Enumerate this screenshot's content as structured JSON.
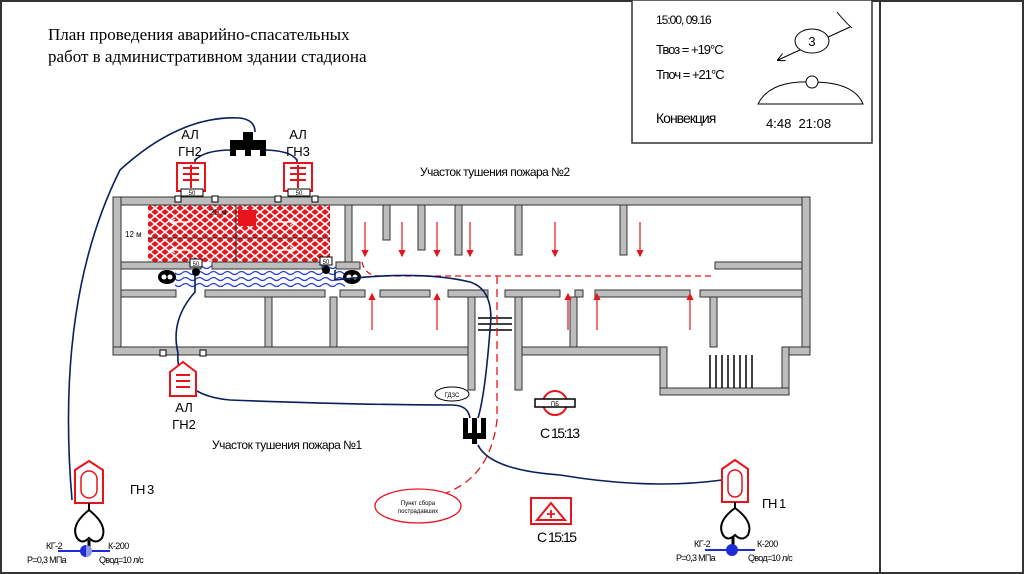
{
  "title_line1": "План проведения аварийно-спасательных",
  "title_line2": "работ в административном здании стадиона",
  "info": {
    "datetime": "15:00, 09.16",
    "t_air": "Твоз = +19°С",
    "t_soil": "Тпоч = +21°С",
    "mode": "Конвекция",
    "wind_speed": "3",
    "sunrise_sunset": "4:48  21:08"
  },
  "sectors": {
    "sector2": "Участок тушения пожара №2",
    "sector1": "Участок тушения пожара №1"
  },
  "ladders": [
    {
      "l1": "АЛ",
      "l2": "ГН2"
    },
    {
      "l1": "АЛ",
      "l2": "ГН3"
    },
    {
      "l1": "АЛ",
      "l2": "ГН2"
    }
  ],
  "dimensions": {
    "length": "20 м",
    "width": "12 м"
  },
  "nozzle_label": "50",
  "gdzs": "ГДЗС",
  "post": {
    "label": "ПБ",
    "time": "С 15:13"
  },
  "medical": {
    "time": "С 15:15"
  },
  "casualty_point": {
    "l1": "Пункт сбора",
    "l2": "пострадавших"
  },
  "engines": [
    {
      "name": "ГН 3",
      "hydrant": "КГ-2",
      "tank": "К-200",
      "pressure": "Р=0,3 МПа",
      "flow": "Qвод=10 л/с"
    },
    {
      "name": "ГН 1",
      "hydrant": "КГ-2",
      "tank": "К-200",
      "pressure": "Р=0,3 МПа",
      "flow": "Qвод=10 л/с"
    }
  ],
  "colors": {
    "fire": "#e8141b",
    "hose": "#0a1f5c",
    "wall": "#bdbdbd",
    "water": "#2a3fd6"
  }
}
